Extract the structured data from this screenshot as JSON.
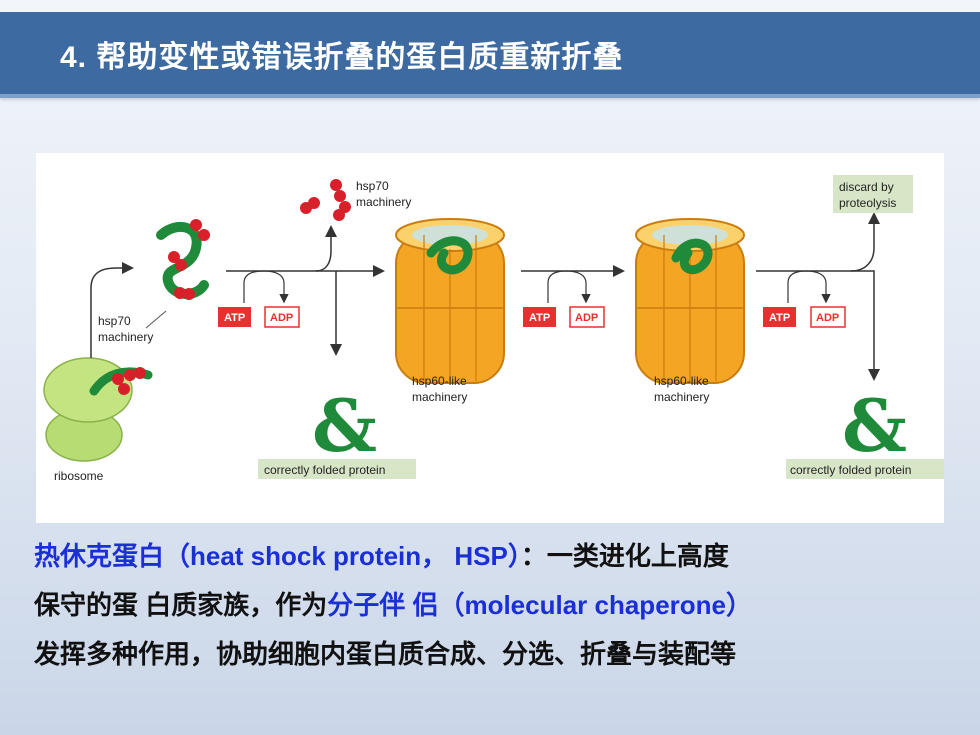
{
  "title": "4. 帮助变性或错误折叠的蛋白质重新折叠",
  "figure": {
    "labels": {
      "hsp70_top_1": "hsp70",
      "hsp70_top_2": "machinery",
      "hsp70_left_1": "hsp70",
      "hsp70_left_2": "machinery",
      "ribosome": "ribosome",
      "hsp60_1_a": "hsp60-like",
      "hsp60_1_b": "machinery",
      "hsp60_2_a": "hsp60-like",
      "hsp60_2_b": "machinery",
      "discard_1": "discard by",
      "discard_2": "proteolysis",
      "folded_1": "correctly folded protein",
      "folded_2": "correctly folded protein",
      "atp": "ATP",
      "adp": "ADP"
    },
    "colors": {
      "atp_fill": "#e8312f",
      "adp_border": "#e8312f",
      "protein_green": "#1f8a3a",
      "chaperone_red": "#d8202a",
      "barrel_orange": "#f4a523",
      "ribosome_green": "#b7dc74",
      "label_box": "#d8e6c8"
    }
  },
  "body": {
    "l1_blue": "热休克蛋白（heat shock protein， HSP）",
    "l1_rest": "：一类进化上高度",
    "l2_a": "保守的蛋 白质家族，作为",
    "l2_blue": "分子伴 侣（molecular chaperone）",
    "l3": "发挥多种作用，协助细胞内蛋白质合成、分选、折叠与装配等"
  }
}
